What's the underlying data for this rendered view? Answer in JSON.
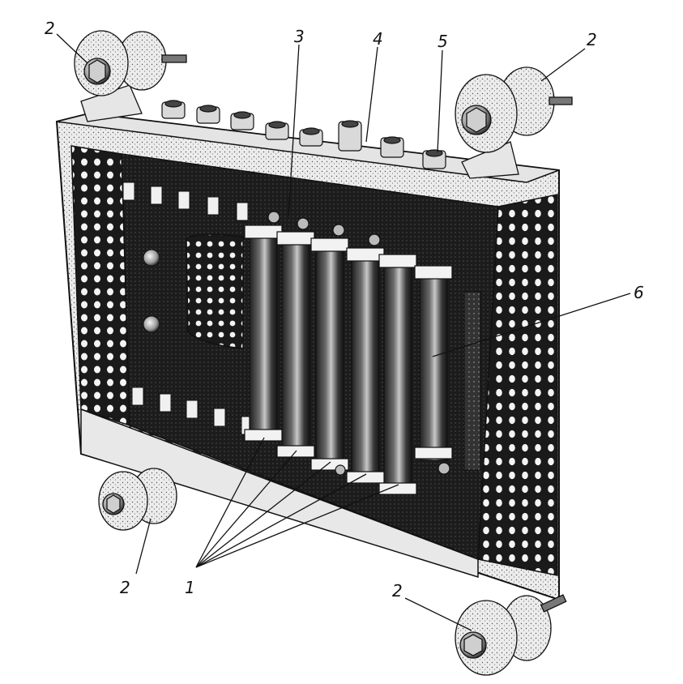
{
  "illustration": {
    "subject": "resistor-box",
    "colors": {
      "ink": "#111111",
      "paper": "#ffffff",
      "metal": "#e9e9e9",
      "interior": "#1c1c1c",
      "resistor": "#2f2f2f"
    }
  },
  "callouts": {
    "c1": "1",
    "c2a": "2",
    "c2b": "2",
    "c2c": "2",
    "c2d": "2",
    "c3": "3",
    "c4": "4",
    "c5": "5",
    "c6": "6"
  }
}
